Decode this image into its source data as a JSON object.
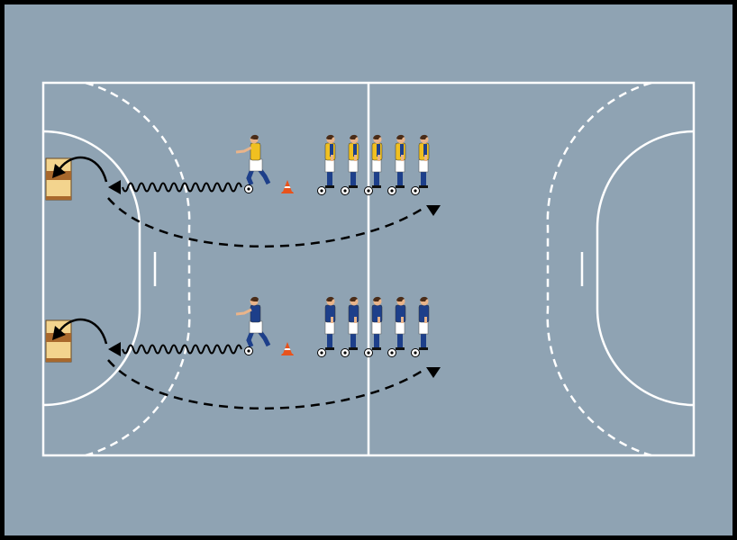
{
  "colors": {
    "court": "#8fa3b3",
    "border": "#000000",
    "lines": "#ffffff",
    "arrows": "#000000",
    "team_yellow_vest": "#f0c020",
    "team_blue_vest": "#1d3f8a",
    "shirt": "#1d3f8a",
    "shorts": "#ffffff",
    "socks": "#1d3f8a",
    "skin": "#e9b48a",
    "hair": "#4a2c18",
    "cone": "#e8531c",
    "box_light": "#f3d48e",
    "box_dark": "#a8682c"
  },
  "drill": {
    "lanes": [
      {
        "team": "yellow",
        "waiting_players": 5,
        "active_player": 1,
        "balls": 6,
        "cone": 1,
        "box": 1
      },
      {
        "team": "blue",
        "waiting_players": 5,
        "active_player": 1,
        "balls": 6,
        "cone": 1,
        "box": 1
      }
    ]
  }
}
